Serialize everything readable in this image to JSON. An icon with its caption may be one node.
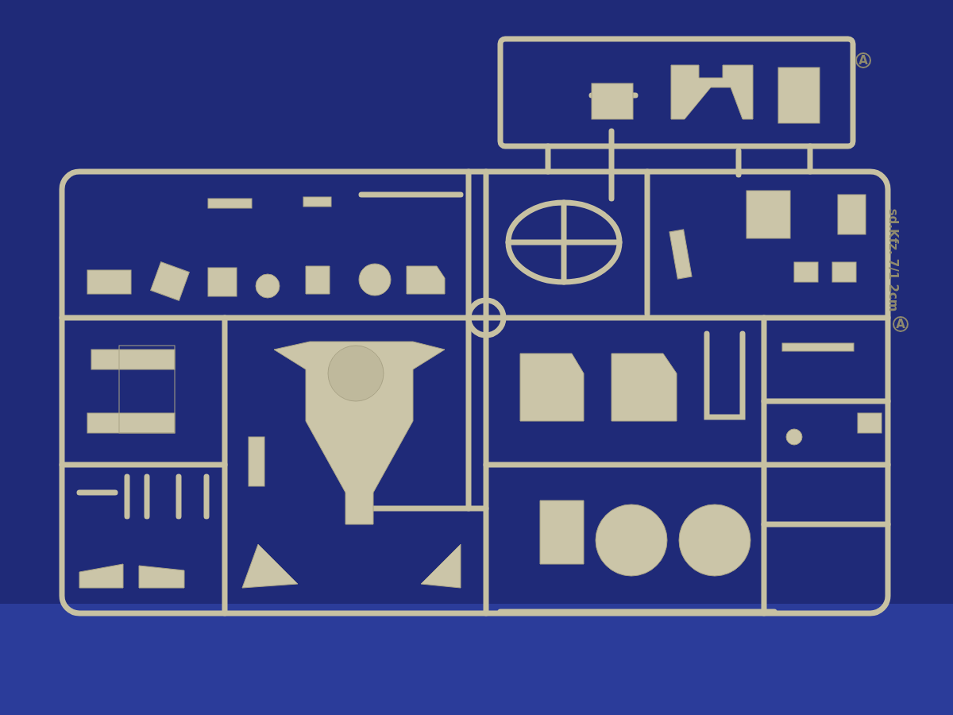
{
  "diagram": {
    "labels": [
      "A",
      "sd.Kfz. 7/1 2cm",
      "A"
    ]
  }
}
